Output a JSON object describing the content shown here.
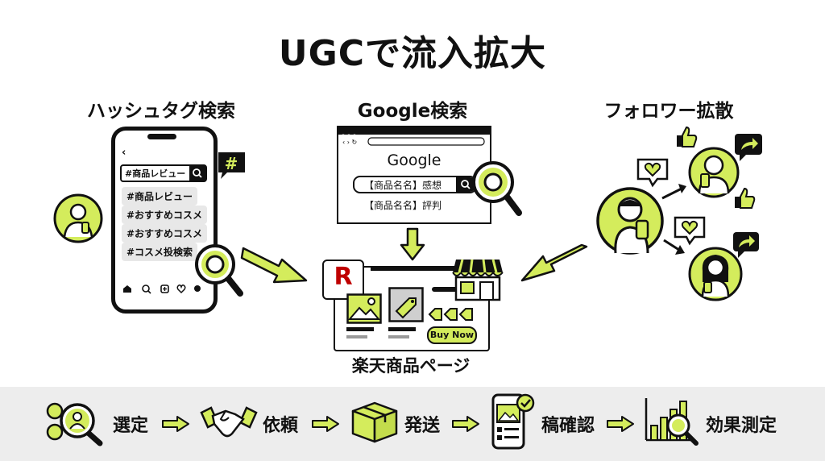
{
  "title": "UGCで流入拡大",
  "sections": {
    "hashtag": {
      "title": "ハッシュタグ検索",
      "search_value": "#商品レビュー",
      "tags": [
        "#商品レビュー",
        "#おすすめコスメ",
        "#おすすめコスメ",
        "#コスメ投検索"
      ]
    },
    "google": {
      "title": "Google検索",
      "logo": "Google",
      "query": "【商品名名】感想",
      "suggestion": "【商品名名】評判"
    },
    "follower": {
      "title": "フォロワー拡散"
    }
  },
  "center": {
    "logo_letter": "R",
    "buy_button": "Buy Now",
    "label": "楽天商品ページ"
  },
  "process": {
    "steps": [
      {
        "label": "選定",
        "icon": "user-search-icon"
      },
      {
        "label": "依頼",
        "icon": "handshake-icon"
      },
      {
        "label": "発送",
        "icon": "package-icon"
      },
      {
        "label": "稿確認",
        "icon": "post-check-icon"
      },
      {
        "label": "効果測定",
        "icon": "chart-magnifier-icon"
      }
    ]
  },
  "colors": {
    "accent": "#d4ec5c",
    "outline": "#111111",
    "band": "#ededed"
  }
}
